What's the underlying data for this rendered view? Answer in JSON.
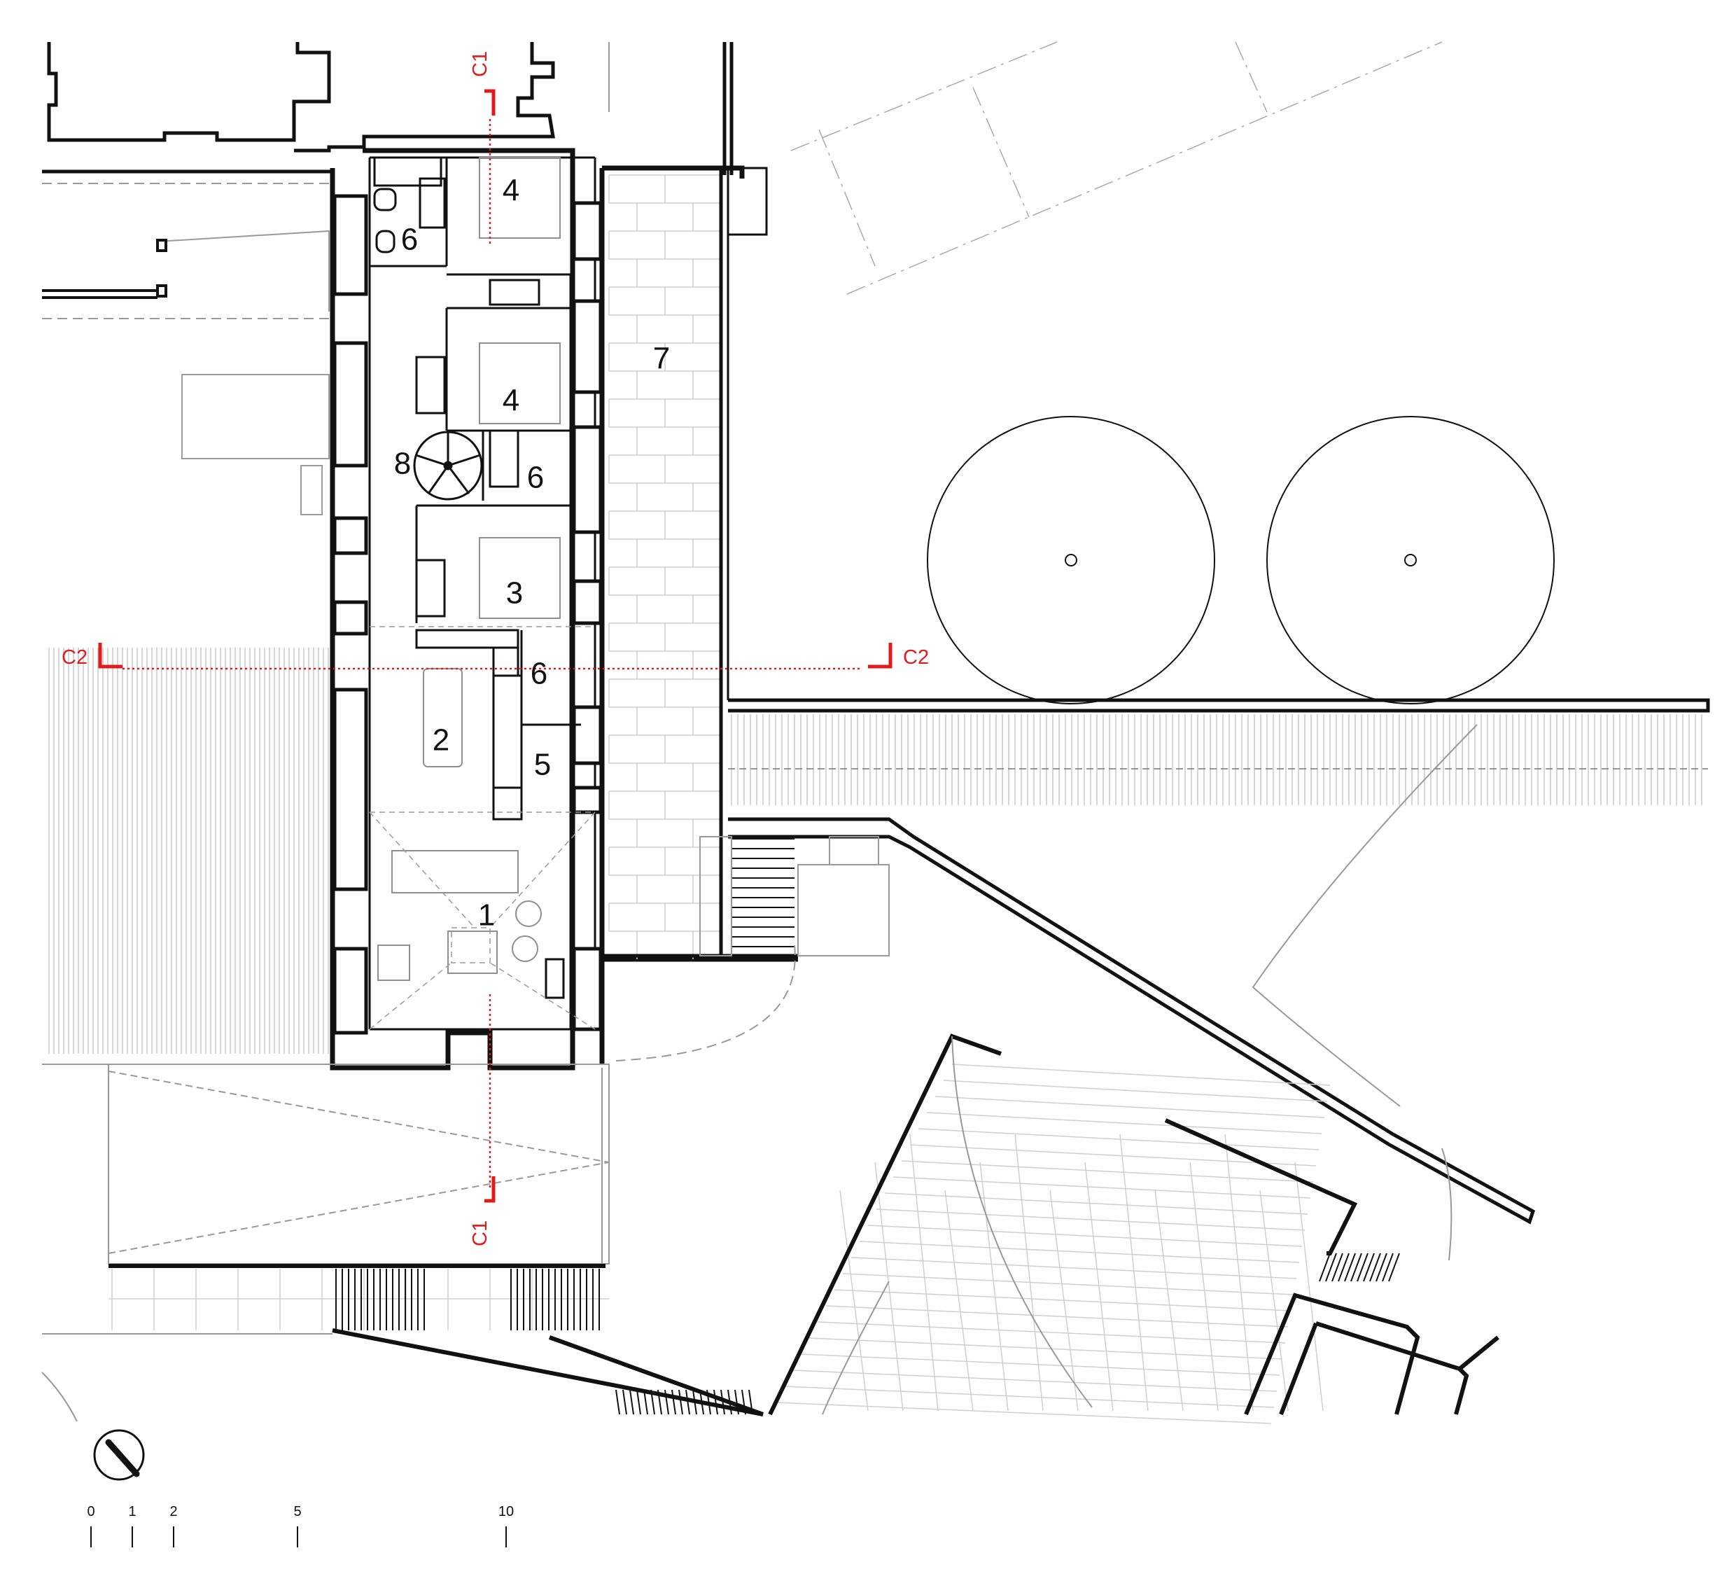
{
  "rooms": [
    {
      "num": "1"
    },
    {
      "num": "2"
    },
    {
      "num": "3"
    },
    {
      "num": "4"
    },
    {
      "num": "4"
    },
    {
      "num": "5"
    },
    {
      "num": "6"
    },
    {
      "num": "6"
    },
    {
      "num": "6"
    },
    {
      "num": "7"
    },
    {
      "num": "8"
    }
  ],
  "section_markers": {
    "c1_top": "C1",
    "c1_bottom": "C1",
    "c2_left": "C2",
    "c2_right": "C2"
  },
  "scale_bar": {
    "ticks": [
      "0",
      "1",
      "2",
      "5",
      "10"
    ]
  },
  "colors": {
    "walls": "#111111",
    "section_lines": "#e01b1b",
    "context_lines": "#9a9a9a"
  },
  "icons": {
    "north": "north-arrow-icon"
  }
}
